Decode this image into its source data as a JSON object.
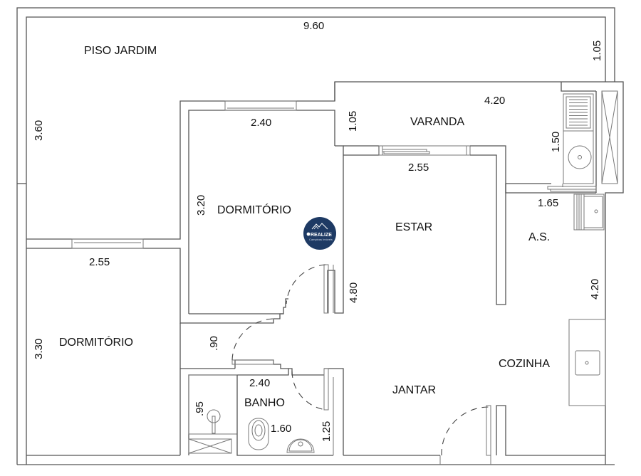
{
  "title": "Planta baixa - apartamento garden",
  "rooms": {
    "piso_jardim": "PISO JARDIM",
    "varanda": "VARANDA",
    "dormitorio_1": "DORMITÓRIO",
    "dormitorio_2": "DORMITÓRIO",
    "estar": "ESTAR",
    "as": "A.S.",
    "cozinha": "COZINHA",
    "jantar": "JANTAR",
    "banho": "BANHO"
  },
  "dimensions": {
    "piso_jardim_width": "9.60",
    "piso_jardim_depth_right": "1.05",
    "piso_jardim_depth_left": "3.60",
    "varanda_width": "4.20",
    "varanda_depth": "1.05",
    "varanda_side": "1.50",
    "dormitorio_1_width": "2.40",
    "dormitorio_1_depth": "3.20",
    "estar_window": "2.55",
    "estar_depth": "4.80",
    "as_width": "1.65",
    "cozinha_depth": "4.20",
    "dormitorio_2_width": "2.55",
    "dormitorio_2_depth": "3.30",
    "door_width": ".90",
    "banho_width": "2.40",
    "banho_box": ".95",
    "banho_depth": "1.60",
    "banho_side": "1.25"
  },
  "logo": {
    "name": "REALIZE",
    "subtitle": "Campinas Imóveis",
    "color": "#1e3a64"
  },
  "colors": {
    "wall": "#555555",
    "background": "#ffffff",
    "text": "#111111"
  }
}
